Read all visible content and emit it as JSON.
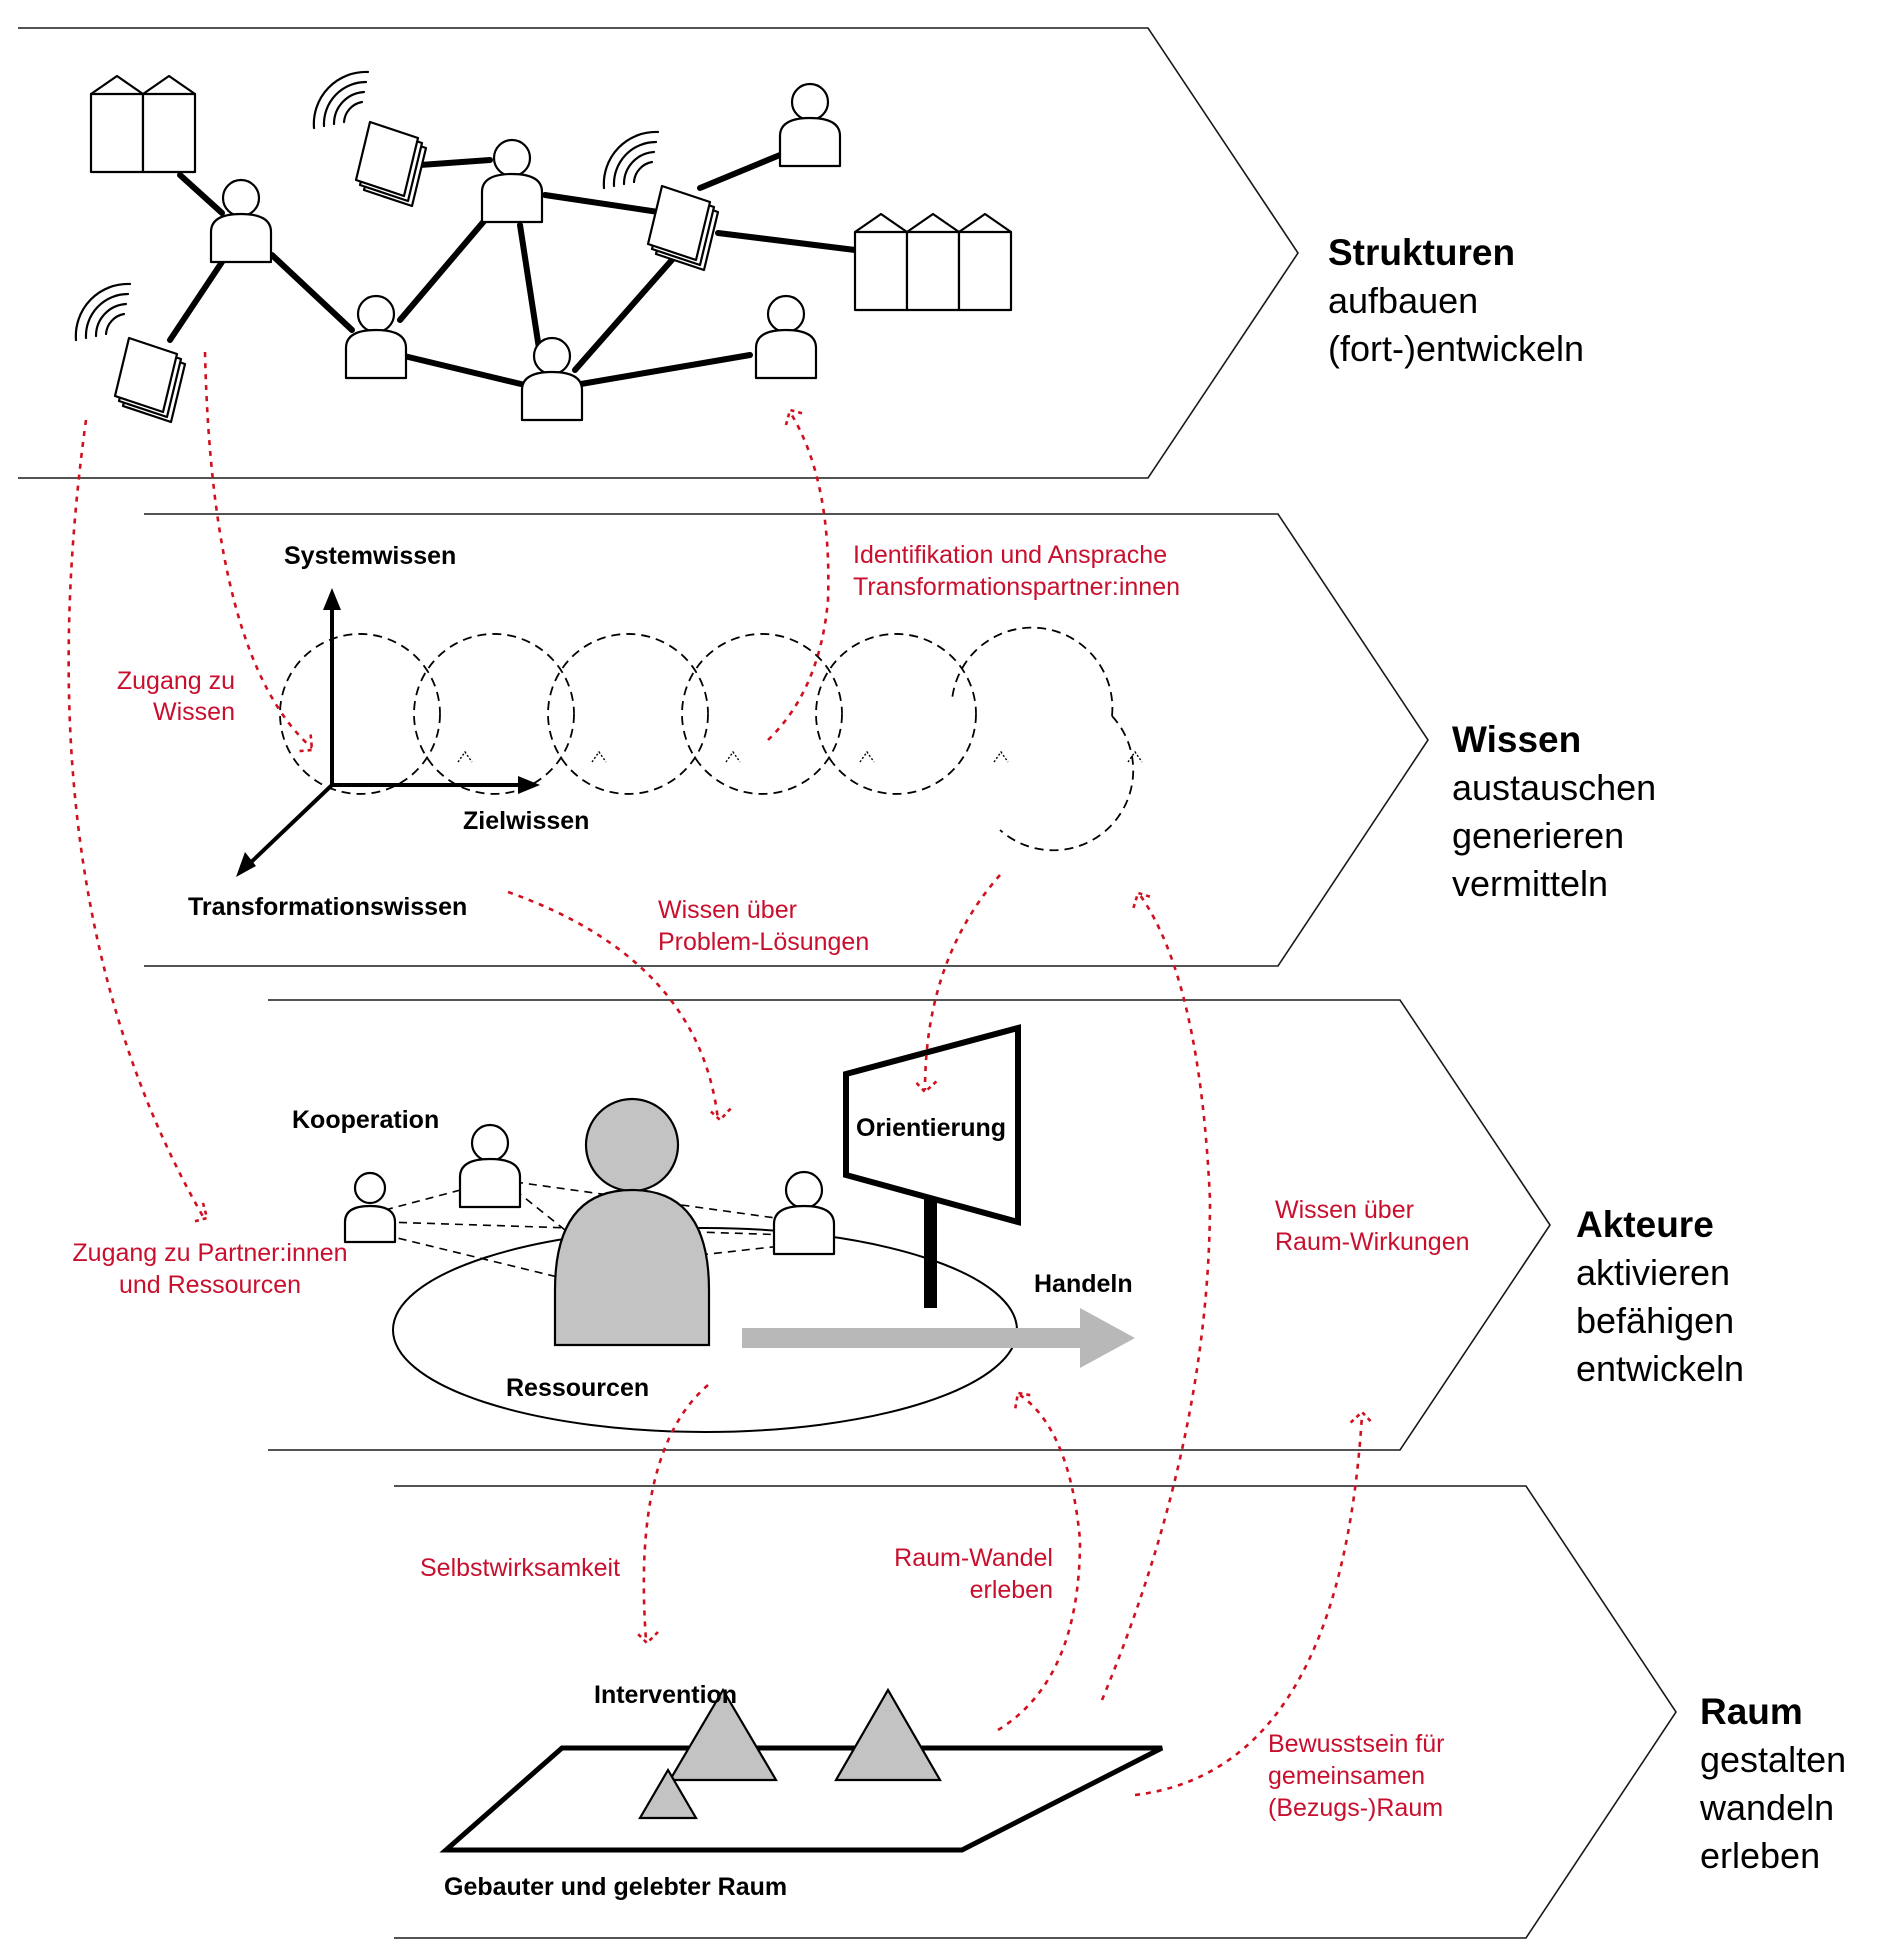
{
  "levels": [
    {
      "title": "Strukturen",
      "verbs": [
        "aufbauen",
        "(fort-)entwickeln"
      ]
    },
    {
      "title": "Wissen",
      "verbs": [
        "austauschen",
        "generieren",
        "vermitteln"
      ]
    },
    {
      "title": "Akteure",
      "verbs": [
        "aktivieren",
        "befähigen",
        "entwickeln"
      ]
    },
    {
      "title": "Raum",
      "verbs": [
        "gestalten",
        "wandeln",
        "erleben"
      ]
    }
  ],
  "knowledge": {
    "axes": [
      "Systemwissen",
      "Zielwissen",
      "Transformationswissen"
    ]
  },
  "actors": {
    "kooperation": "Kooperation",
    "orientierung": "Orientierung",
    "handeln": "Handeln",
    "ressourcen": "Ressourcen"
  },
  "space": {
    "intervention": "Intervention",
    "raum": "Gebauter und gelebter Raum"
  },
  "flows": {
    "zugang_wissen": [
      "Zugang zu",
      "Wissen"
    ],
    "identifikation": [
      "Identifikation und Ansprache",
      "Transformationspartner:innen"
    ],
    "problem_loesungen": [
      "Wissen über",
      "Problem-Lösungen"
    ],
    "zugang_partner": [
      "Zugang zu Partner:innen",
      "und Ressourcen"
    ],
    "raum_wirkungen": [
      "Wissen über",
      "Raum-Wirkungen"
    ],
    "selbstwirksamkeit": [
      "Selbstwirksamkeit"
    ],
    "raum_wandel": [
      "Raum-Wandel",
      "erleben"
    ],
    "bewusstsein": [
      "Bewusstsein für",
      "gemeinsamen",
      "(Bezugs-)Raum"
    ]
  },
  "colors": {
    "accent": "#c8102e",
    "line": "#000000",
    "fill_grey": "#c3c3c3"
  }
}
